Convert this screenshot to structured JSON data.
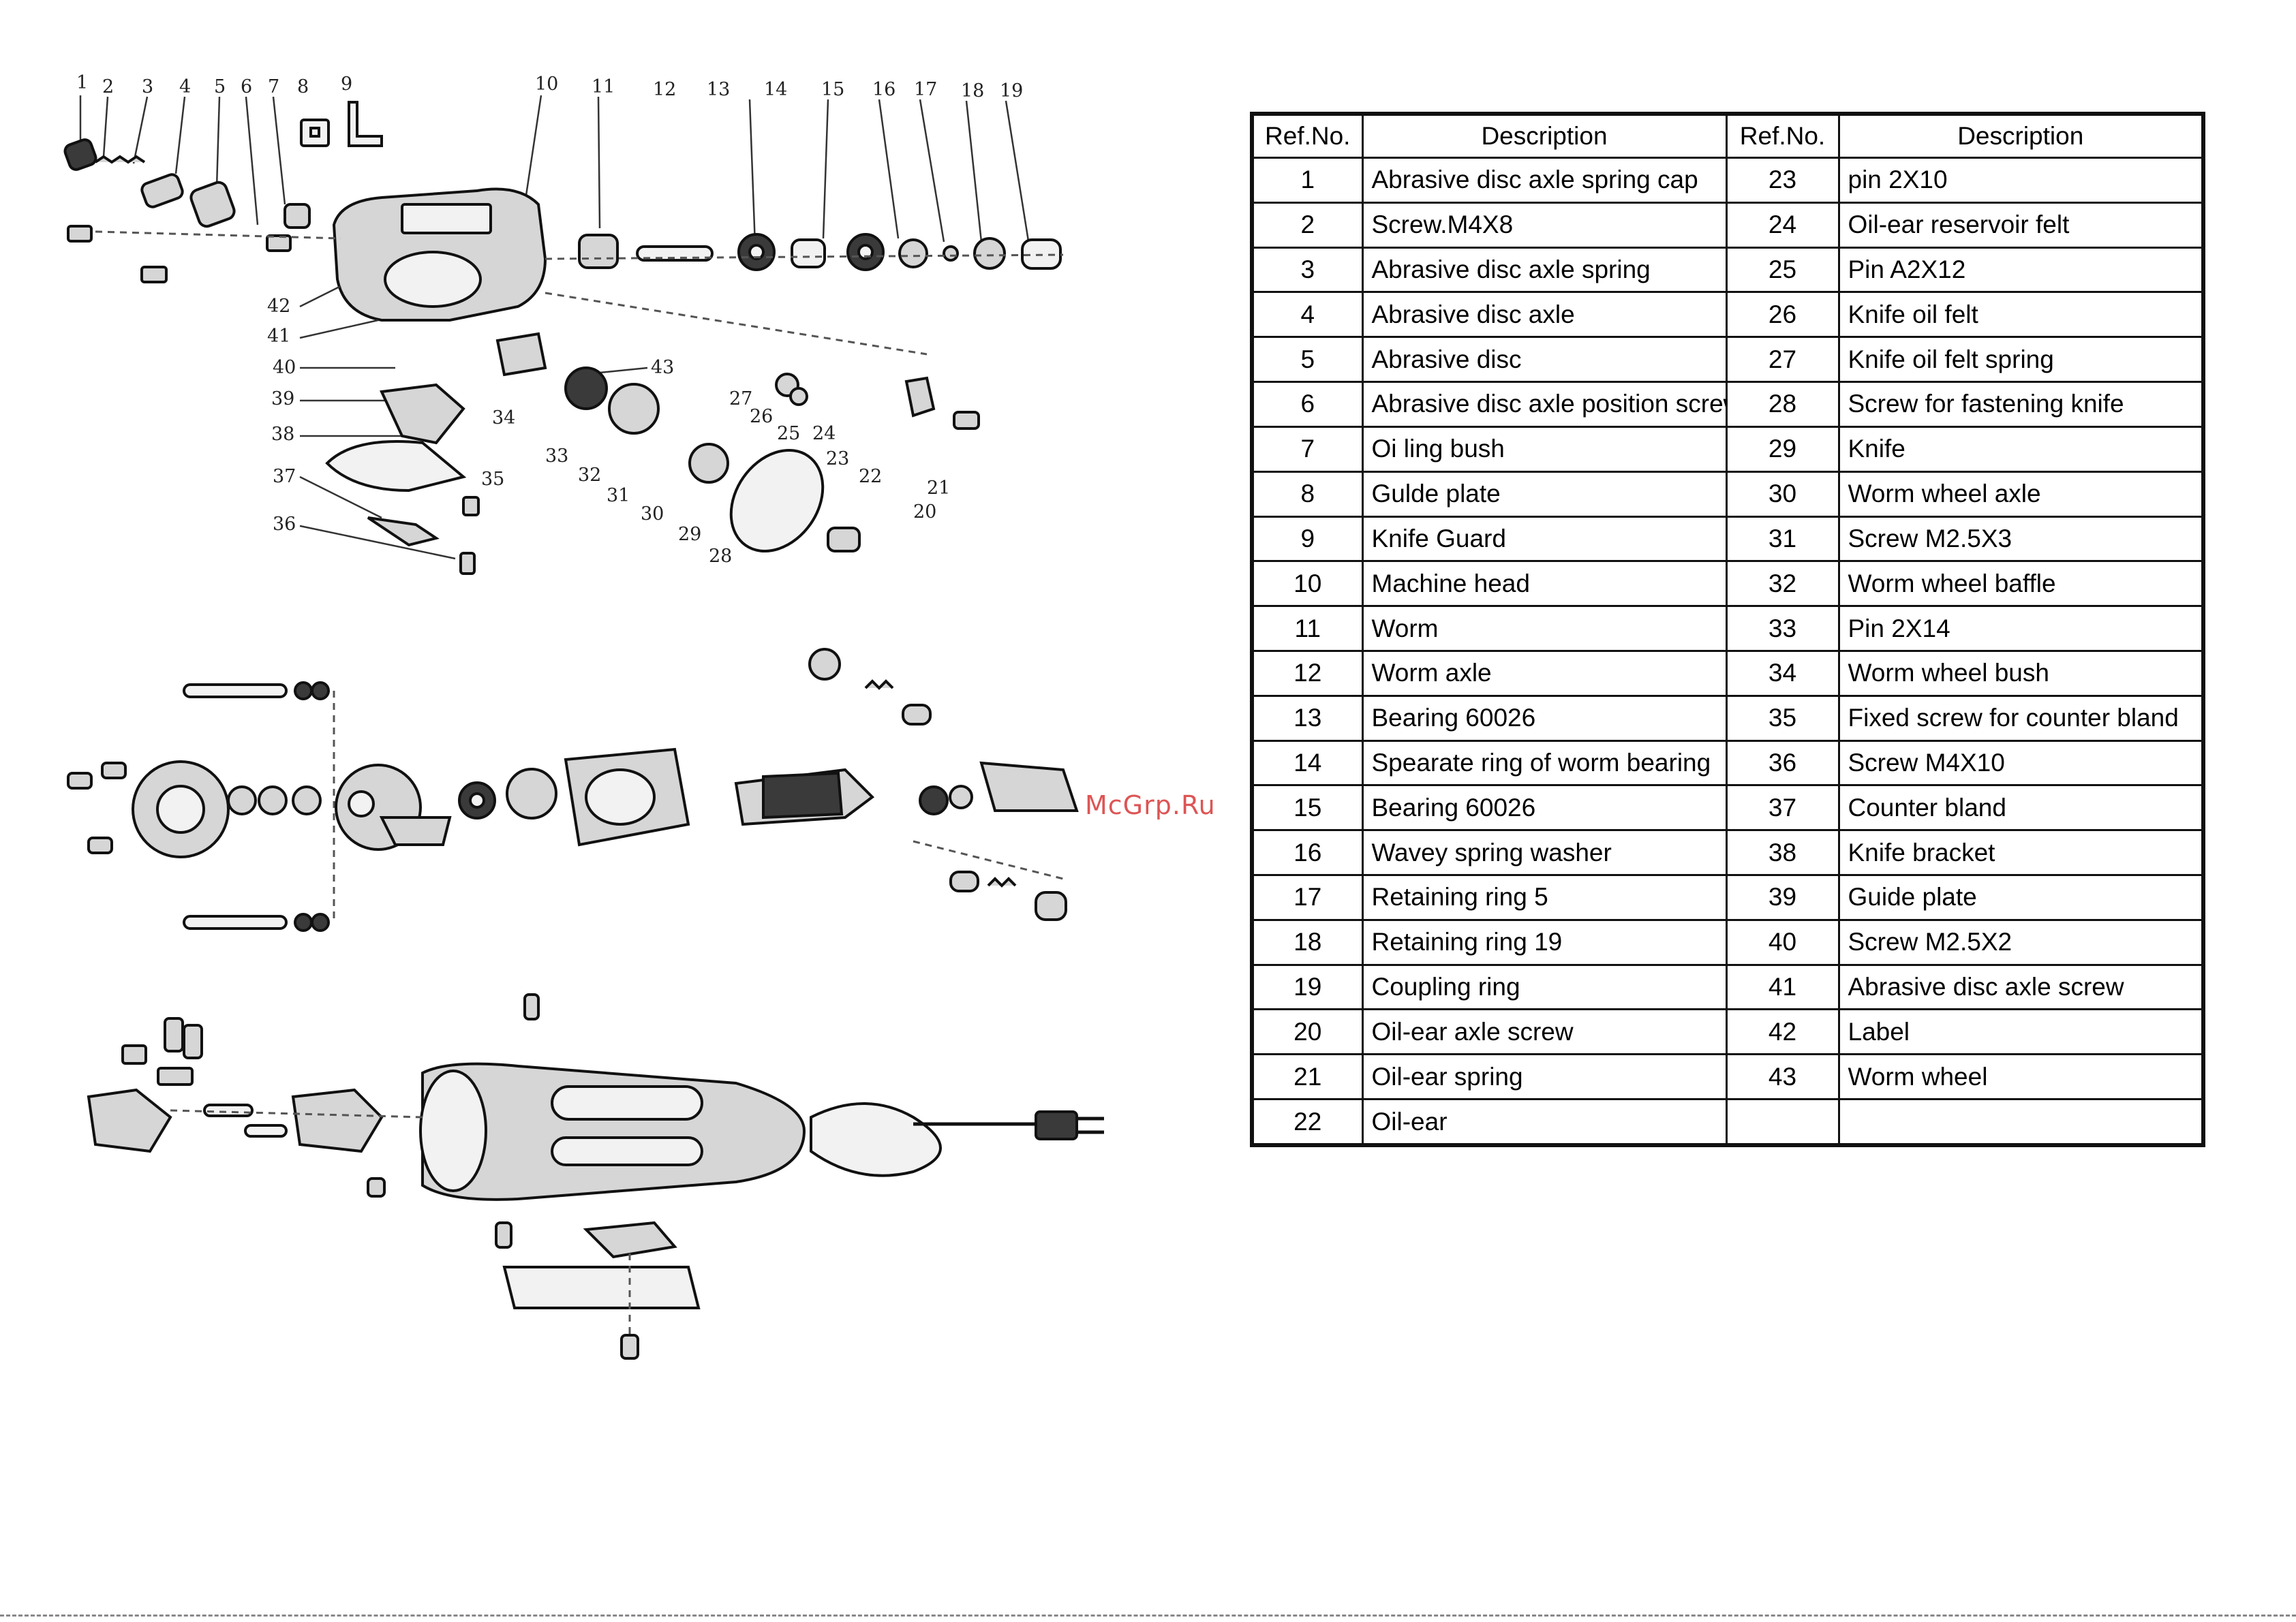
{
  "diagram": {
    "callouts": [
      "1",
      "2",
      "3",
      "4",
      "5",
      "6",
      "7",
      "8",
      "9",
      "10",
      "11",
      "12",
      "13",
      "14",
      "15",
      "16",
      "17",
      "18",
      "19",
      "20",
      "21",
      "22",
      "23",
      "24",
      "25",
      "26",
      "27",
      "28",
      "29",
      "30",
      "31",
      "32",
      "33",
      "34",
      "35",
      "36",
      "37",
      "38",
      "39",
      "40",
      "41",
      "42",
      "43"
    ]
  },
  "watermark": "McGrp.Ru",
  "table": {
    "headers": [
      "Ref.No.",
      "Description",
      "Ref.No.",
      "Description"
    ],
    "rows": [
      {
        "ref1": "1",
        "desc1": "Abrasive disc axle spring cap",
        "ref2": "23",
        "desc2": "pin 2X10"
      },
      {
        "ref1": "2",
        "desc1": "Screw.M4X8",
        "ref2": "24",
        "desc2": "Oil-ear reservoir felt"
      },
      {
        "ref1": "3",
        "desc1": "Abrasive disc axle spring",
        "ref2": "25",
        "desc2": "Pin A2X12"
      },
      {
        "ref1": "4",
        "desc1": "Abrasive disc axle",
        "ref2": "26",
        "desc2": "Knife oil felt"
      },
      {
        "ref1": "5",
        "desc1": "Abrasive disc",
        "ref2": "27",
        "desc2": "Knife oil felt spring"
      },
      {
        "ref1": "6",
        "desc1": "Abrasive disc axle position screw",
        "ref2": "28",
        "desc2": "Screw for fastening knife"
      },
      {
        "ref1": "7",
        "desc1": "Oi ling bush",
        "ref2": "29",
        "desc2": "Knife"
      },
      {
        "ref1": "8",
        "desc1": "Gulde plate",
        "ref2": "30",
        "desc2": "Worm wheel axle"
      },
      {
        "ref1": "9",
        "desc1": "Knife Guard",
        "ref2": "31",
        "desc2": "Screw M2.5X3"
      },
      {
        "ref1": "10",
        "desc1": "Machine head",
        "ref2": "32",
        "desc2": "Worm wheel baffle"
      },
      {
        "ref1": "11",
        "desc1": "Worm",
        "ref2": "33",
        "desc2": "Pin 2X14"
      },
      {
        "ref1": "12",
        "desc1": "Worm axle",
        "ref2": "34",
        "desc2": "Worm wheel bush"
      },
      {
        "ref1": "13",
        "desc1": "Bearing 60026",
        "ref2": "35",
        "desc2": "Fixed screw for counter bland"
      },
      {
        "ref1": "14",
        "desc1": "Spearate ring of worm bearing",
        "ref2": "36",
        "desc2": "Screw M4X10"
      },
      {
        "ref1": "15",
        "desc1": "Bearing 60026",
        "ref2": "37",
        "desc2": "Counter bland"
      },
      {
        "ref1": "16",
        "desc1": "Wavey spring washer",
        "ref2": "38",
        "desc2": "Knife bracket"
      },
      {
        "ref1": "17",
        "desc1": "Retaining ring 5",
        "ref2": "39",
        "desc2": "Guide plate"
      },
      {
        "ref1": "18",
        "desc1": "Retaining ring 19",
        "ref2": "40",
        "desc2": "Screw M2.5X2"
      },
      {
        "ref1": "19",
        "desc1": "Coupling ring",
        "ref2": "41",
        "desc2": "Abrasive disc axle screw"
      },
      {
        "ref1": "20",
        "desc1": "Oil-ear axle screw",
        "ref2": "42",
        "desc2": "Label"
      },
      {
        "ref1": "21",
        "desc1": "Oil-ear spring",
        "ref2": "43",
        "desc2": "Worm wheel"
      },
      {
        "ref1": "22",
        "desc1": "Oil-ear",
        "ref2": "",
        "desc2": ""
      }
    ]
  }
}
